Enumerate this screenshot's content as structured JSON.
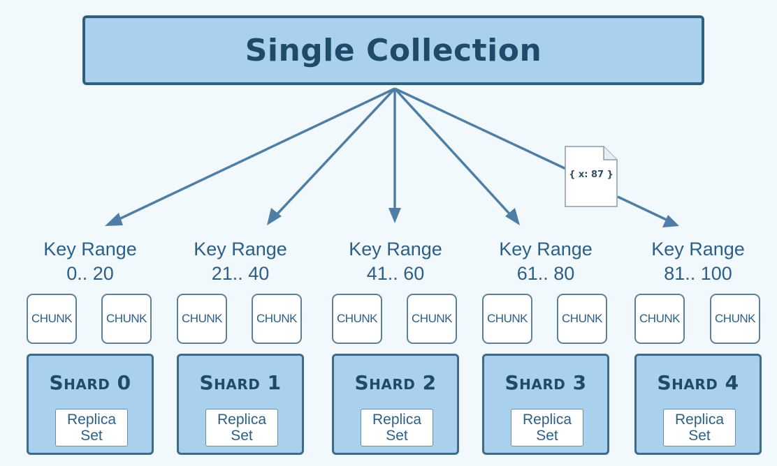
{
  "collection": {
    "title": "Single Collection"
  },
  "document": {
    "label": "{ x: 87 }"
  },
  "chunk_label": "CHUNK",
  "range_label": "Key Range",
  "shards": [
    {
      "name": "Shard 0",
      "range": "0.. 20",
      "replica_line1": "Replica",
      "replica_line2": "Set"
    },
    {
      "name": "Shard 1",
      "range": "21.. 40",
      "replica_line1": "Replica",
      "replica_line2": "Set"
    },
    {
      "name": "Shard 2",
      "range": "41.. 60",
      "replica_line1": "Replica",
      "replica_line2": "Set"
    },
    {
      "name": "Shard 3",
      "range": "61.. 80",
      "replica_line1": "Replica",
      "replica_line2": "Set"
    },
    {
      "name": "Shard 4",
      "range": "81.. 100",
      "replica_line1": "Replica",
      "replica_line2": "Set"
    }
  ],
  "colors": {
    "box_fill": "#a9d1ee",
    "box_border": "#2f5f7f",
    "arrow": "#4f7ea5",
    "text": "#2d5f86",
    "background": "#f2f9fd"
  }
}
